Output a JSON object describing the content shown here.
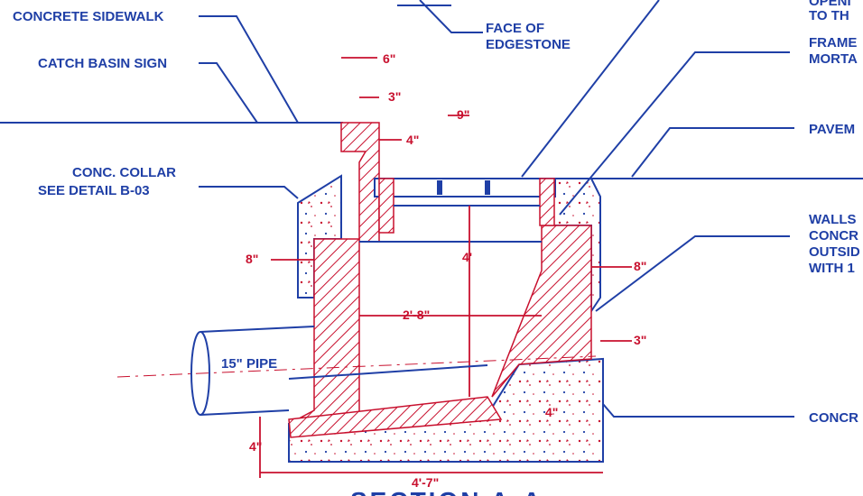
{
  "labels": {
    "concrete_sidewalk": "CONCRETE SIDEWALK",
    "catch_basin_sign": "CATCH BASIN SIGN",
    "face_of_edgestone_1": "FACE OF",
    "face_of_edgestone_2": "EDGESTONE",
    "conc_collar_1": "CONC. COLLAR",
    "conc_collar_2": "SEE DETAIL B-03",
    "opening_1": "OPENI",
    "opening_2": "TO TH",
    "frame_1": "FRAME",
    "frame_2": "MORTA",
    "pavement": "PAVEM",
    "walls_1": "WALLS",
    "walls_2": "CONCR",
    "walls_3": "OUTSID",
    "walls_4": "WITH 1",
    "concrete_right": "CONCR",
    "pipe": "15\" PIPE",
    "section_title": "SECTION A-A"
  },
  "dimensions": {
    "d_6in": "6\"",
    "d_3in_top": "3\"",
    "d_9in": "9\"",
    "d_4in": "4\"",
    "d_4ft": "4'",
    "d_8in_left": "8\"",
    "d_8in_right": "8\"",
    "d_2ft8": "2'-8\"",
    "d_3in_right": "3\"",
    "d_4in_left_bottom": "4\"",
    "d_4in_right_bottom": "4\"",
    "d_4ft7": "4'-7\""
  },
  "colors": {
    "linework": "#1f3fa6",
    "hatch": "#c8102e",
    "background": "#ffffff"
  }
}
